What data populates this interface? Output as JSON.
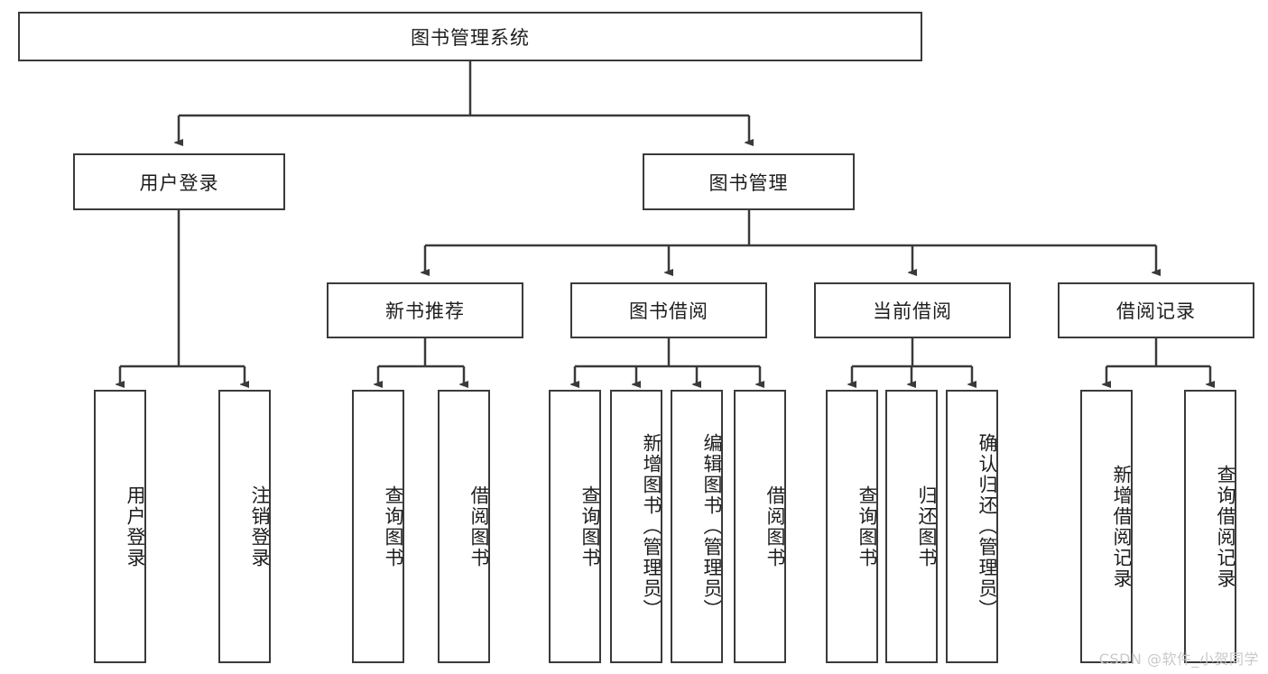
{
  "diagram": {
    "type": "tree",
    "title": "图书管理系统",
    "watermark": "CSDN @软件_小贺同学",
    "colors": {
      "box_border": "#3a3a3a",
      "box_fill": "#ffffff",
      "connector": "#3a3a3a",
      "text": "#1d1d1d",
      "watermark": "#c9c9c9"
    },
    "root": {
      "label": "图书管理系统"
    },
    "level2": [
      {
        "label": "用户登录"
      },
      {
        "label": "图书管理"
      }
    ],
    "level3": [
      {
        "label": "新书推荐"
      },
      {
        "label": "图书借阅"
      },
      {
        "label": "当前借阅"
      },
      {
        "label": "借阅记录"
      }
    ],
    "leaves": {
      "user_login": [
        {
          "label": "用户登录"
        },
        {
          "label": "注销登录"
        }
      ],
      "new_book_recommend": [
        {
          "label": "查询图书"
        },
        {
          "label": "借阅图书"
        }
      ],
      "book_borrow": [
        {
          "label": "查询图书"
        },
        {
          "label": "新增图书（管理员）"
        },
        {
          "label": "编辑图书（管理员）"
        },
        {
          "label": "借阅图书"
        }
      ],
      "current_borrow": [
        {
          "label": "查询图书"
        },
        {
          "label": "归还图书"
        },
        {
          "label": "确认归还（管理员）"
        }
      ],
      "borrow_record": [
        {
          "label": "新增借阅记录"
        },
        {
          "label": "查询借阅记录"
        }
      ]
    }
  }
}
